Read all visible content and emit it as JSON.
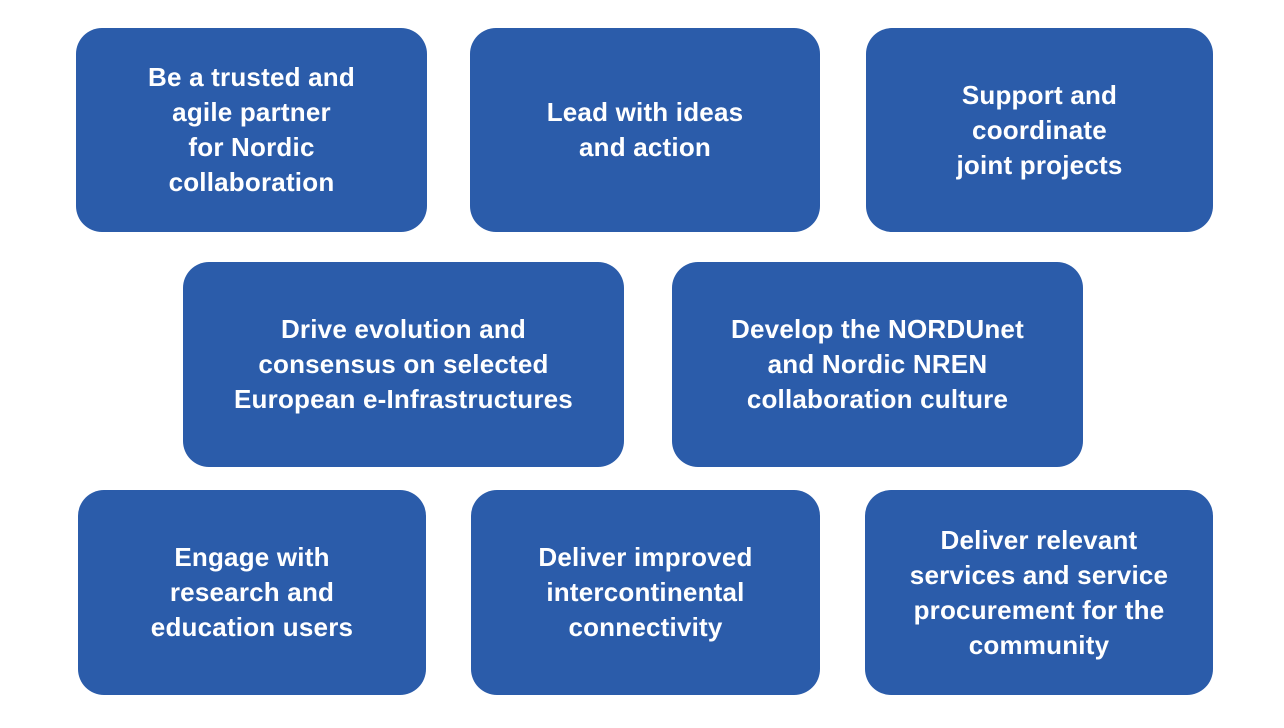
{
  "slide": {
    "background_color": "#ffffff",
    "box_color": "#2b5caa",
    "text_color": "#ffffff"
  },
  "boxes": [
    {
      "text": "Be a trusted and\nagile partner\nfor Nordic\ncollaboration"
    },
    {
      "text": "Lead with ideas\nand action"
    },
    {
      "text": "Support and\ncoordinate\njoint projects"
    },
    {
      "text": "Drive evolution and\nconsensus on selected\nEuropean e-Infrastructures"
    },
    {
      "text": "Develop the NORDUnet\nand Nordic NREN\ncollaboration culture"
    },
    {
      "text": "Engage with\nresearch and\neducation users"
    },
    {
      "text": "Deliver improved\nintercontinental\nconnectivity"
    },
    {
      "text": "Deliver relevant\nservices and service\nprocurement for the\ncommunity"
    }
  ]
}
